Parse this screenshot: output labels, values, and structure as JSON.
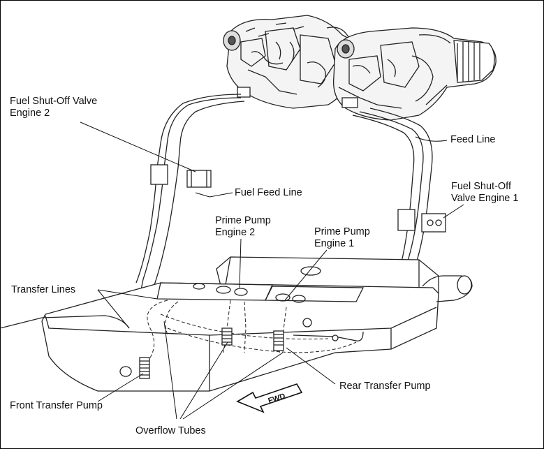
{
  "labels": {
    "fuel_shutoff_valve_engine_2": [
      "Fuel Shut-Off Valve",
      "Engine 2"
    ],
    "feed_line": "Feed Line",
    "fuel_shutoff_valve_engine_1": [
      "Fuel Shut-Off",
      "Valve Engine 1"
    ],
    "fuel_feed_line": "Fuel Feed Line",
    "prime_pump_engine_2": [
      "Prime Pump",
      "Engine 2"
    ],
    "prime_pump_engine_1": [
      "Prime Pump",
      "Engine 1"
    ],
    "transfer_lines": "Transfer Lines",
    "rear_transfer_pump": "Rear Transfer Pump",
    "front_transfer_pump": "Front Transfer Pump",
    "overflow_tubes": "Overflow Tubes",
    "fwd_arrow": "FWD"
  }
}
